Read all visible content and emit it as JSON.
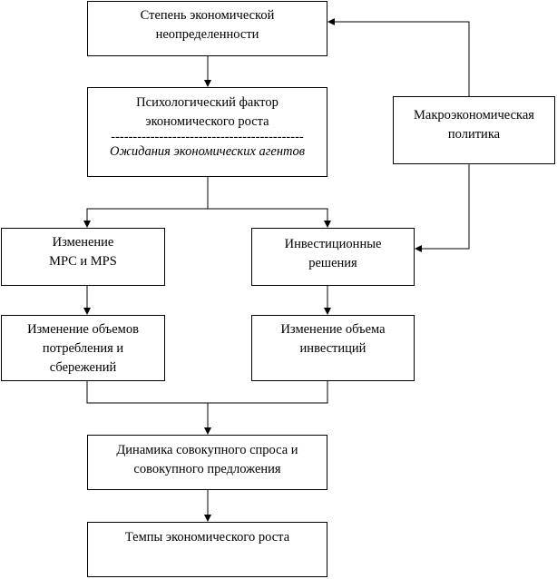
{
  "boxes": {
    "uncertainty": {
      "lines": [
        "Степень экономической",
        "неопределенности"
      ]
    },
    "psych": {
      "lines": [
        "Психологический фактор",
        "экономического роста"
      ],
      "separator": "--------------------------------------------",
      "italic_line": "Ожидания экономических агентов"
    },
    "macro": {
      "lines": [
        "Макроэкономическая",
        "политика"
      ]
    },
    "mpc": {
      "lines": [
        "Изменение",
        "MPC и MPS"
      ]
    },
    "investment": {
      "lines": [
        "Инвестиционные",
        "решения"
      ]
    },
    "consumption": {
      "lines": [
        "Изменение объемов",
        "потребления и",
        "сбережений"
      ]
    },
    "invest_volume": {
      "lines": [
        "Изменение объема",
        "инвестиций"
      ]
    },
    "aggregate": {
      "lines": [
        "Динамика совокупного спроса и",
        "совокупного предложения"
      ]
    },
    "growth": {
      "lines": [
        "Темпы экономического роста"
      ]
    }
  },
  "colors": {
    "line": "#000000",
    "box_fill": "#ffffff"
  }
}
